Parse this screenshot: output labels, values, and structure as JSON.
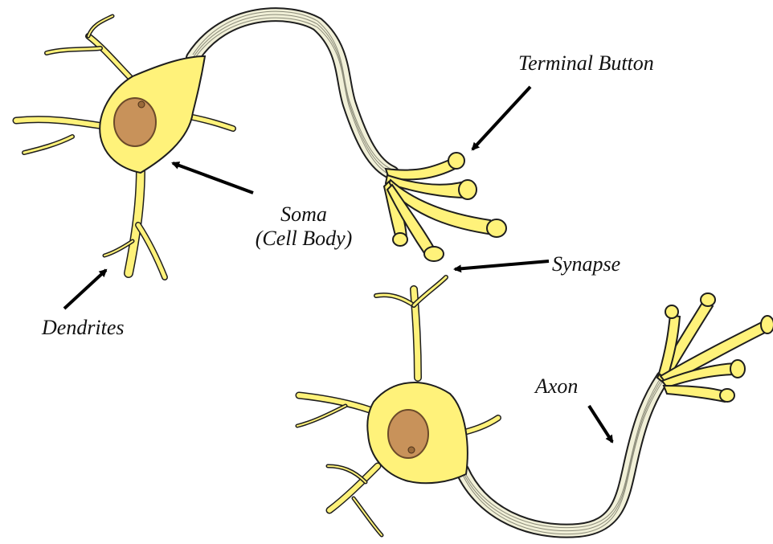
{
  "labels": {
    "terminal_button": "Terminal Button",
    "soma_line1": "Soma",
    "soma_line2": "(Cell Body)",
    "synapse": "Synapse",
    "dendrites": "Dendrites",
    "axon": "Axon"
  },
  "colors": {
    "cell_fill": "#FFF27A",
    "outline": "#1E1E1E",
    "nucleus": "#C8925A",
    "axon_fill": "#F1F0D8",
    "axon_lines": "#8C8C7A",
    "arrow": "#000000"
  }
}
